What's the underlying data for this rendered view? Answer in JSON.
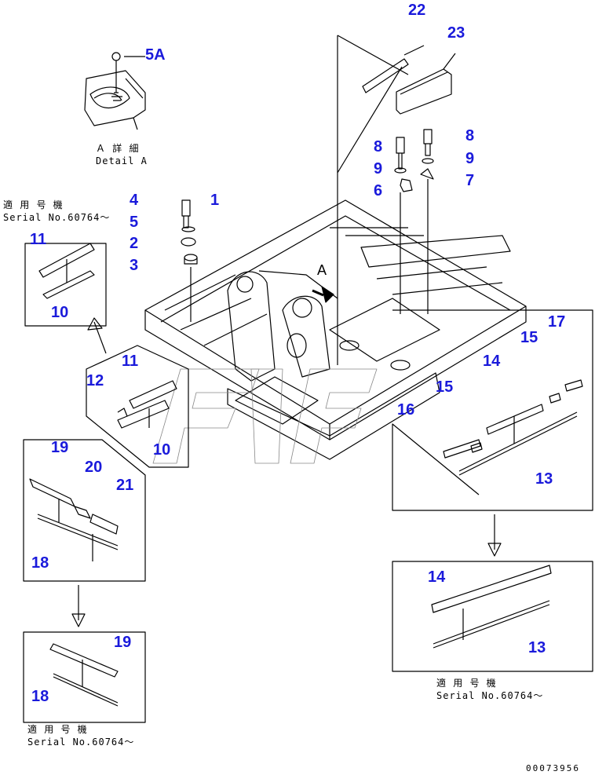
{
  "callouts": {
    "c22": "22",
    "c23": "23",
    "c5A": "5A",
    "c8a": "8",
    "c8b": "8",
    "c9a": "9",
    "c9b": "9",
    "c6": "6",
    "c7": "7",
    "c4": "4",
    "c5": "5",
    "c2": "2",
    "c3": "3",
    "c1": "1",
    "c11a": "11",
    "c10a": "10",
    "c11b": "11",
    "c12": "12",
    "c10b": "10",
    "c19a": "19",
    "c20": "20",
    "c21": "21",
    "c18a": "18",
    "c19b": "19",
    "c18b": "18",
    "c17": "17",
    "c15a": "15",
    "c14a": "14",
    "c15b": "15",
    "c16": "16",
    "c13a": "13",
    "c14b": "14",
    "c13b": "13"
  },
  "detail_a": {
    "jp": "Ａ 詳 細",
    "en": "Detail A"
  },
  "serial_note": {
    "jp": "適 用 号 機",
    "en": "Serial No.60764～"
  },
  "drawing_number": "00073956",
  "view_arrow_label": "A"
}
